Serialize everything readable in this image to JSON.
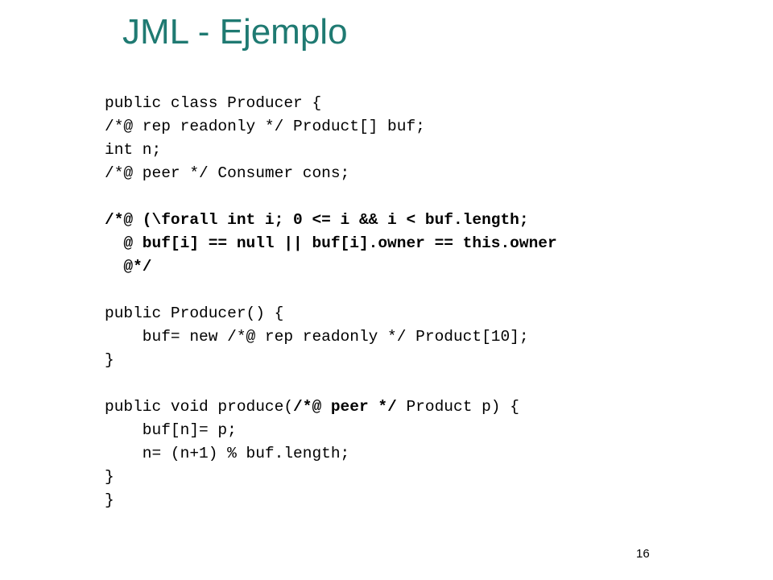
{
  "slide": {
    "title": "JML - Ejemplo",
    "title_color": "#1f7a72",
    "page_number": "16",
    "code": {
      "l1": "public class Producer {",
      "l2": "/*@ rep readonly */ Product[] buf;",
      "l3": "int n;",
      "l4": "/*@ peer */ Consumer cons;",
      "l5": "/*@ (\\forall int i; 0 <= i && i < buf.length;",
      "l6": "  @ buf[i] == null || buf[i].owner == this.owner",
      "l7": "  @*/",
      "l8": "public Producer() {",
      "l9": "    buf= new /*@ rep readonly */ Product[10];",
      "l10": "}",
      "l11_pre": "public void produce(",
      "l11_bold": "/*@ peer */",
      "l11_post": " Product p) {",
      "l12": "    buf[n]= p;",
      "l13": "    n= (n+1) % buf.length;",
      "l14": "}",
      "l15": "}"
    }
  }
}
